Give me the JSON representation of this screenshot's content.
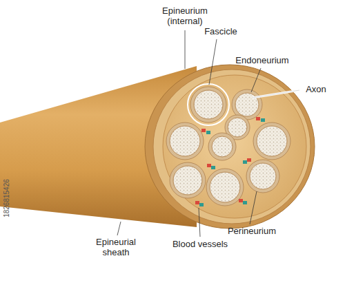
{
  "diagram": {
    "labels": [
      "Epineurium (internal)",
      "Fascicle",
      "Endoneurium",
      "Axon",
      "Perineurium",
      "Blood vessels",
      "Epineurial sheath",
      "1826815426"
    ]
  }
}
